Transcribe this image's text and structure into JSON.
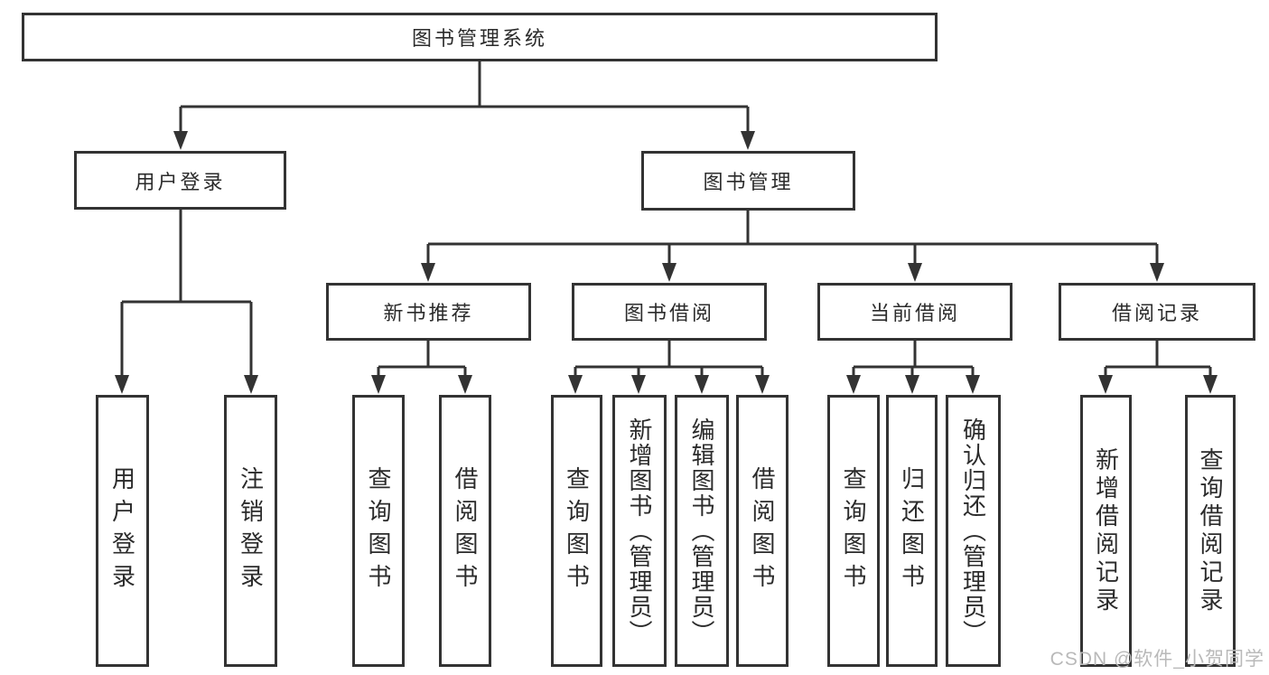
{
  "diagram_title": "图书管理系统",
  "nodes": {
    "root": {
      "label": "图书管理系统"
    },
    "user_login": {
      "label": "用户登录"
    },
    "book_management": {
      "label": "图书管理"
    },
    "new_book_recommend": {
      "label": "新书推荐"
    },
    "book_borrowing": {
      "label": "图书借阅"
    },
    "current_borrowing": {
      "label": "当前借阅"
    },
    "borrowing_records": {
      "label": "借阅记录"
    },
    "leaf_user_login": {
      "label": "用户登录"
    },
    "leaf_logout_login": {
      "label": "注销登录"
    },
    "leaf_nb_query": {
      "label": "查询图书"
    },
    "leaf_nb_borrow": {
      "label": "借阅图书"
    },
    "leaf_bb_query": {
      "label": "查询图书"
    },
    "leaf_bb_add": {
      "label": "新增图书（管理员）"
    },
    "leaf_bb_edit": {
      "label": "编辑图书（管理员）"
    },
    "leaf_bb_borrow": {
      "label": "借阅图书"
    },
    "leaf_cb_query": {
      "label": "查询图书"
    },
    "leaf_cb_return": {
      "label": "归还图书"
    },
    "leaf_cb_confirm": {
      "label": "确认归还（管理员）"
    },
    "leaf_br_add": {
      "label": "新增借阅记录"
    },
    "leaf_br_query": {
      "label": "查询借阅记录"
    }
  },
  "hierarchy": {
    "图书管理系统": [
      "用户登录",
      "图书管理"
    ],
    "用户登录": [
      "用户登录",
      "注销登录"
    ],
    "图书管理": [
      "新书推荐",
      "图书借阅",
      "当前借阅",
      "借阅记录"
    ],
    "新书推荐": [
      "查询图书",
      "借阅图书"
    ],
    "图书借阅": [
      "查询图书",
      "新增图书（管理员）",
      "编辑图书（管理员）",
      "借阅图书"
    ],
    "当前借阅": [
      "查询图书",
      "归还图书",
      "确认归还（管理员）"
    ],
    "借阅记录": [
      "新增借阅记录",
      "查询借阅记录"
    ]
  },
  "watermark": {
    "text": "CSDN @软件_小贺同学"
  },
  "colors": {
    "line": "#333333",
    "border": "#333333",
    "text": "#2b2b2b",
    "watermark": "#b9b9b9",
    "background": "#ffffff"
  }
}
